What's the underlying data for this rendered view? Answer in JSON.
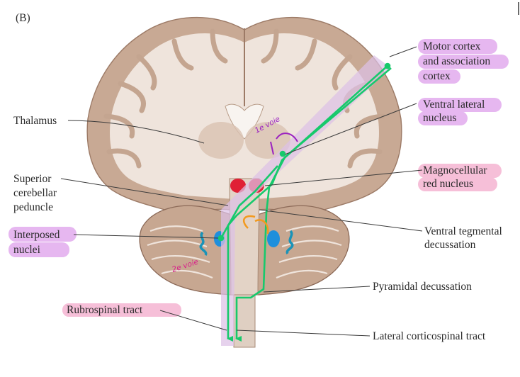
{
  "panel_label": "(B)",
  "colors": {
    "highlight_purple": "#e6b7f0",
    "highlight_pink": "#f6bfd8",
    "tract_green": "#17c96c",
    "pathway_band": "#dcc1e6",
    "red_nucleus": "#e02035",
    "dentate_blue": "#1f8fdc",
    "ink_purple": "#9b22c0",
    "ink_pink": "#d8208a",
    "tissue_light": "#efe4dc",
    "tissue_dark": "#c4a590"
  },
  "labels": {
    "motor_cortex": [
      "Motor cortex",
      "and association",
      "cortex"
    ],
    "ventral_lateral": [
      "Ventral lateral",
      "nucleus"
    ],
    "magnocellular": [
      "Magnocellular",
      "red nucleus"
    ],
    "ventral_tegmental": [
      "Ventral tegmental",
      "decussation"
    ],
    "pyramidal": "Pyramidal decussation",
    "lateral_corticospinal": "Lateral corticospinal tract",
    "rubrospinal": "Rubrospinal tract",
    "thalamus": "Thalamus",
    "superior_cerebellar": [
      "Superior",
      "cerebellar",
      "peduncle"
    ],
    "interposed": [
      "Interposed",
      "nuclei"
    ]
  },
  "annotations": {
    "voie1": "1e voie",
    "voie2": "2e voie"
  }
}
